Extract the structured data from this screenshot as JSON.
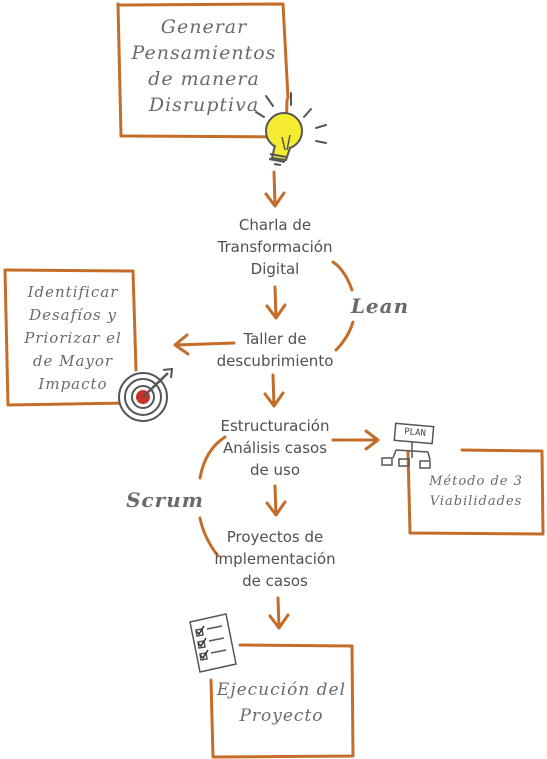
{
  "colors": {
    "accent": "#c46d28",
    "text": "#505050",
    "bulb": "#f5ec32",
    "target_red": "#c8302a"
  },
  "boxes": {
    "top": [
      "Generar",
      "Pensamientos",
      "de manera",
      "Disruptiva"
    ],
    "left": [
      "Identificar",
      "Desafíos y",
      "Priorizar el",
      "de Mayor",
      "Impacto"
    ],
    "right": [
      "Método de 3",
      "Viabilidades"
    ],
    "bottom": [
      "Ejecución del",
      "Proyecto"
    ]
  },
  "steps": [
    [
      "Charla de",
      "Transformación",
      "Digital"
    ],
    [
      "Taller de",
      "descubrimiento"
    ],
    [
      "Estructuración",
      "Análisis casos",
      "de uso"
    ],
    [
      "Proyectos de",
      "implementación",
      "de casos"
    ]
  ],
  "brackets": {
    "lean": "Lean",
    "scrum": "Scrum"
  },
  "icons": {
    "bulb": "lightbulb-icon",
    "target": "target-icon",
    "plan": "plan-diagram-icon",
    "checklist": "checklist-icon"
  },
  "plan_icon_label": "PLAN"
}
